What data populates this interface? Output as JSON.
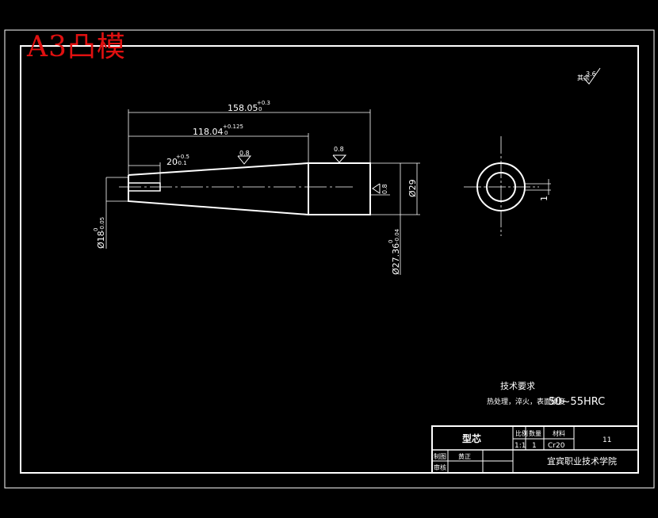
{
  "drawing": {
    "watermark": "A3凸模",
    "surface_finish_global": {
      "prefix": "其余",
      "value": "3.6"
    },
    "dimensions": {
      "total_length": {
        "value": "158.05",
        "upper": "+0.3",
        "lower": "0"
      },
      "taper_length": {
        "value": "118.04",
        "upper": "+0.125",
        "lower": "0"
      },
      "slot_length": {
        "value": "20",
        "upper": "+0.5",
        "lower": "-0.1"
      },
      "small_diameter": {
        "value": "Ø18",
        "upper": "0",
        "lower": "-0.05"
      },
      "large_diameter": {
        "value": "Ø27.36",
        "upper": "0",
        "lower": "-0.04"
      },
      "head_diameter": "Ø29",
      "key_width": "1"
    },
    "roughness": {
      "taper": "0.8",
      "head": "0.8",
      "head_end": "0.8"
    },
    "tech_requirements": {
      "title": "技术要求",
      "line": "热处理，淬火，表面硬度",
      "hardness": "50~55HRC"
    },
    "title_block": {
      "part_name": "型芯",
      "scale_label": "比例",
      "qty_label": "数量",
      "material_label": "材料",
      "scale": "1:1",
      "qty": "1",
      "material": "Cr20",
      "sheet_no": "11",
      "drawn_label": "制图",
      "drawn_name": "黄正",
      "checked_label": "审核",
      "school": "宜宾职业技术学院"
    }
  }
}
